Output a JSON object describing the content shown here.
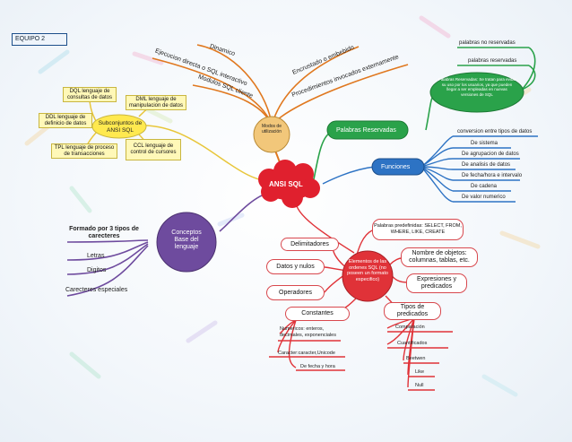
{
  "team_label": "EQUIPO 2",
  "central": "ANSI SQL",
  "modos": {
    "label": "Modos de utilización",
    "items": [
      "Dinamico",
      "Ejecucion directa o SQL interactivo",
      "Modulos SQL cliente",
      "Encrustado o embebido",
      "Procedimientos invocados externamente"
    ]
  },
  "subconjuntos": {
    "label": "Subconjuntos de ANSI SQL",
    "items": [
      "DQL lenguaje de consultas de datos",
      "DML lenguaje de manipulacion de datos",
      "DDL lenguaje de definicio de datos",
      "TPL lenguaje de proceso de transacciones",
      "CCL lenguaje de control de cursores"
    ]
  },
  "palabras": {
    "label": "Palabras Reservadas",
    "note": "Palabras Reservadas: Se tratan para evitar su uso por los usuarios, ya que pueden llegar a ser empleadas en nuevas versiones de SQL",
    "items": [
      "palabras no reservadas",
      "palabras reservadas"
    ]
  },
  "funciones": {
    "label": "Funciones",
    "items": [
      "conversion entre tipos de datos",
      "De sistema",
      "De agrupacion de datos",
      "De analisis de datos",
      "De fecha/hora e intervalo",
      "De cadena",
      "De valor numerico"
    ]
  },
  "conceptos": {
    "label": "Conceptos Base del lenguaje",
    "formado": "Formado por 3 tipos de carecteres",
    "items": [
      "Letras",
      "Digitos",
      "Carecteres especiales"
    ]
  },
  "elementos": {
    "label": "Elementos de las ordenes SQL (no poseen un formato especifico)",
    "left": [
      "Delimitadores",
      "Datos y nulos",
      "Operadores"
    ],
    "predefinidas": "Palabras predefinidas: SELECT, FROM, WHERE, LIKE, CREATE",
    "objetos": "Nombre de objetos: columnas, tablas, etc.",
    "expresiones": "Expresiones y predicados",
    "constantes": "Constantes",
    "constantes_items": [
      "Numericos: enteros, decimales, exponenciales",
      "Caracter:caracter,Unicode",
      "De fecha y hora"
    ],
    "tipos_predicados": "Tipos de predicados",
    "predicados_items": [
      "Comparación",
      "Cuantificados",
      "Beetwen",
      "Like",
      "Null"
    ]
  },
  "colors": {
    "central": "#e0202e",
    "modos": "#f2c77a",
    "subconjuntos": "#ffe94f",
    "palabras": "#2aa24a",
    "funciones": "#2d73c4",
    "conceptos": "#6e4b9e",
    "elementos": "#e03238"
  }
}
